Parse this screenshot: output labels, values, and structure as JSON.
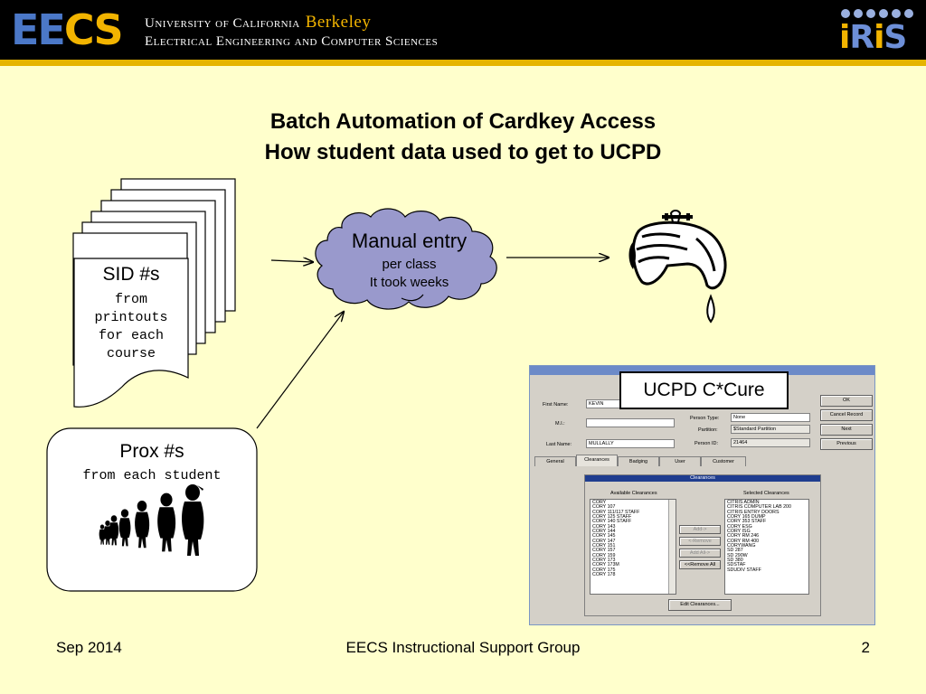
{
  "header": {
    "logo_left_part1": "EE",
    "logo_left_part2": "CS",
    "university": "University of California",
    "campus": "Berkeley",
    "department": "Electrical Engineering and Computer Sciences",
    "logo_right_i": "i",
    "logo_right_r": "R",
    "logo_right_i2": "i",
    "logo_right_s": "S"
  },
  "title": {
    "line1": "Batch Automation of Cardkey Access",
    "line2": "How student data used to get to UCPD"
  },
  "sid_box": {
    "title": "SID #s",
    "sub": [
      "from",
      "printouts",
      "for each",
      "course"
    ]
  },
  "prox_box": {
    "title": "Prox #s",
    "sub": "from each student"
  },
  "cloud": {
    "title": "Manual entry",
    "sub1": "per class",
    "sub2": "It took weeks"
  },
  "ucpd": {
    "label": "UCPD C*Cure",
    "form": {
      "first_name_label": "First Name:",
      "first_name_value": "KEVIN",
      "mi_label": "M.I.:",
      "mi_value": "",
      "last_name_label": "Last Name:",
      "last_name_value": "MULLALLY",
      "person_type_label": "Person Type:",
      "person_type_value": "None",
      "partition_label": "Partition:",
      "partition_value": "$Standard Partition",
      "person_id_label": "Person ID:",
      "person_id_value": "21464",
      "buttons": [
        "OK",
        "Cancel Record",
        "Next",
        "Previous"
      ],
      "tabs": [
        "General",
        "Clearances",
        "Badging",
        "User",
        "Customer"
      ],
      "panel_title": "Clearances",
      "available_label": "Available Clearances",
      "selected_label": "Selected Clearances",
      "available": [
        "CORY",
        "CORY 107",
        "CORY 111/117 STAFF",
        "CORY 125 STAFF",
        "CORY 140 STAFF",
        "CORY 143",
        "CORY 144",
        "CORY 145",
        "CORY 147",
        "CORY 151",
        "CORY 157",
        "CORY 159",
        "CORY 173",
        "CORY 173M",
        "CORY 175",
        "CORY 178"
      ],
      "selected": [
        "CITRIS ADMIN",
        "CITRIS COMPUTER LAB 200",
        "CITRIS ENTRY DOORS",
        "CORY 165 DUMP",
        "CORY 353 STAFF",
        "CORY ESG",
        "CORY ISG",
        "CORY RM 246",
        "CORY RM 400",
        "CORYWANG",
        "SD 287",
        "SD 290W",
        "SD 380",
        "SDSTAF",
        "SDUDIV STAFF"
      ],
      "move_buttons": [
        "Add->",
        "<-Remove",
        "Add All->",
        "<<Remove All"
      ],
      "edit_button": "Edit Clearances..."
    }
  },
  "footer": {
    "date": "Sep 2014",
    "org": "EECS Instructional Support Group",
    "page": "2"
  },
  "colors": {
    "background": "#ffffcc",
    "header": "#000000",
    "accent_gold": "#f2b400",
    "accent_blue": "#4b78c8",
    "cloud_fill": "#9999cc"
  }
}
